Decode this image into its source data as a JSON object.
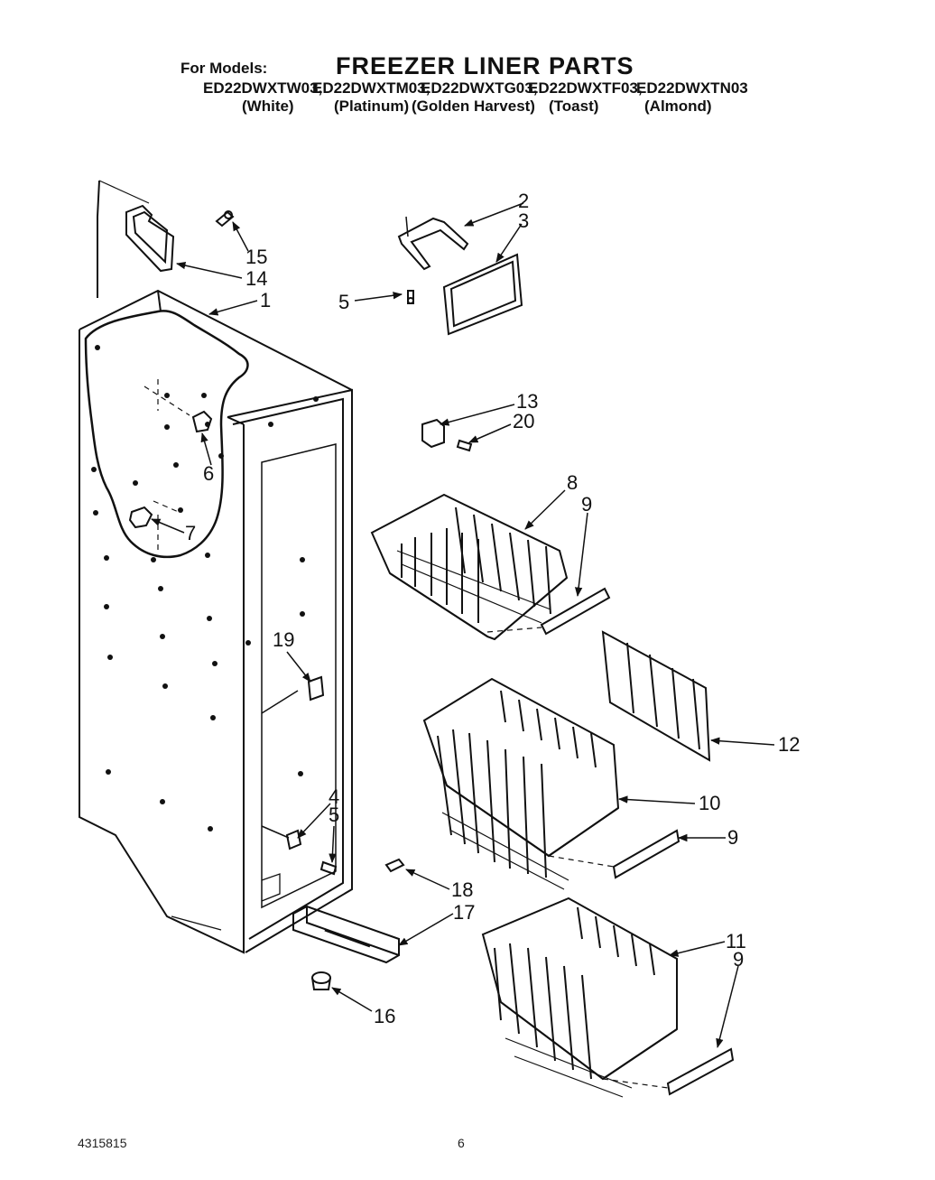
{
  "header": {
    "for_models_label": "For Models:",
    "title": "FREEZER LINER PARTS",
    "models": [
      "ED22DWXTW03,",
      "ED22DWXTM03,",
      "ED22DWXTG03,",
      "ED22DWXTF03,",
      "ED22DWXTN03"
    ],
    "colors": [
      "(White)",
      "(Platinum)",
      "(Golden Harvest)",
      "(Toast)",
      "(Almond)"
    ]
  },
  "callouts": {
    "c1": "1",
    "c2": "2",
    "c3": "3",
    "c4": "4",
    "c5a": "5",
    "c5b": "5",
    "c6": "6",
    "c7": "7",
    "c8": "8",
    "c9a": "9",
    "c9b": "9",
    "c9c": "9",
    "c10": "10",
    "c11": "11",
    "c12": "12",
    "c13": "13",
    "c14": "14",
    "c15": "15",
    "c16": "16",
    "c17": "17",
    "c18": "18",
    "c19": "19",
    "c20": "20"
  },
  "footer": {
    "part_number": "4315815",
    "page_number": "6"
  }
}
